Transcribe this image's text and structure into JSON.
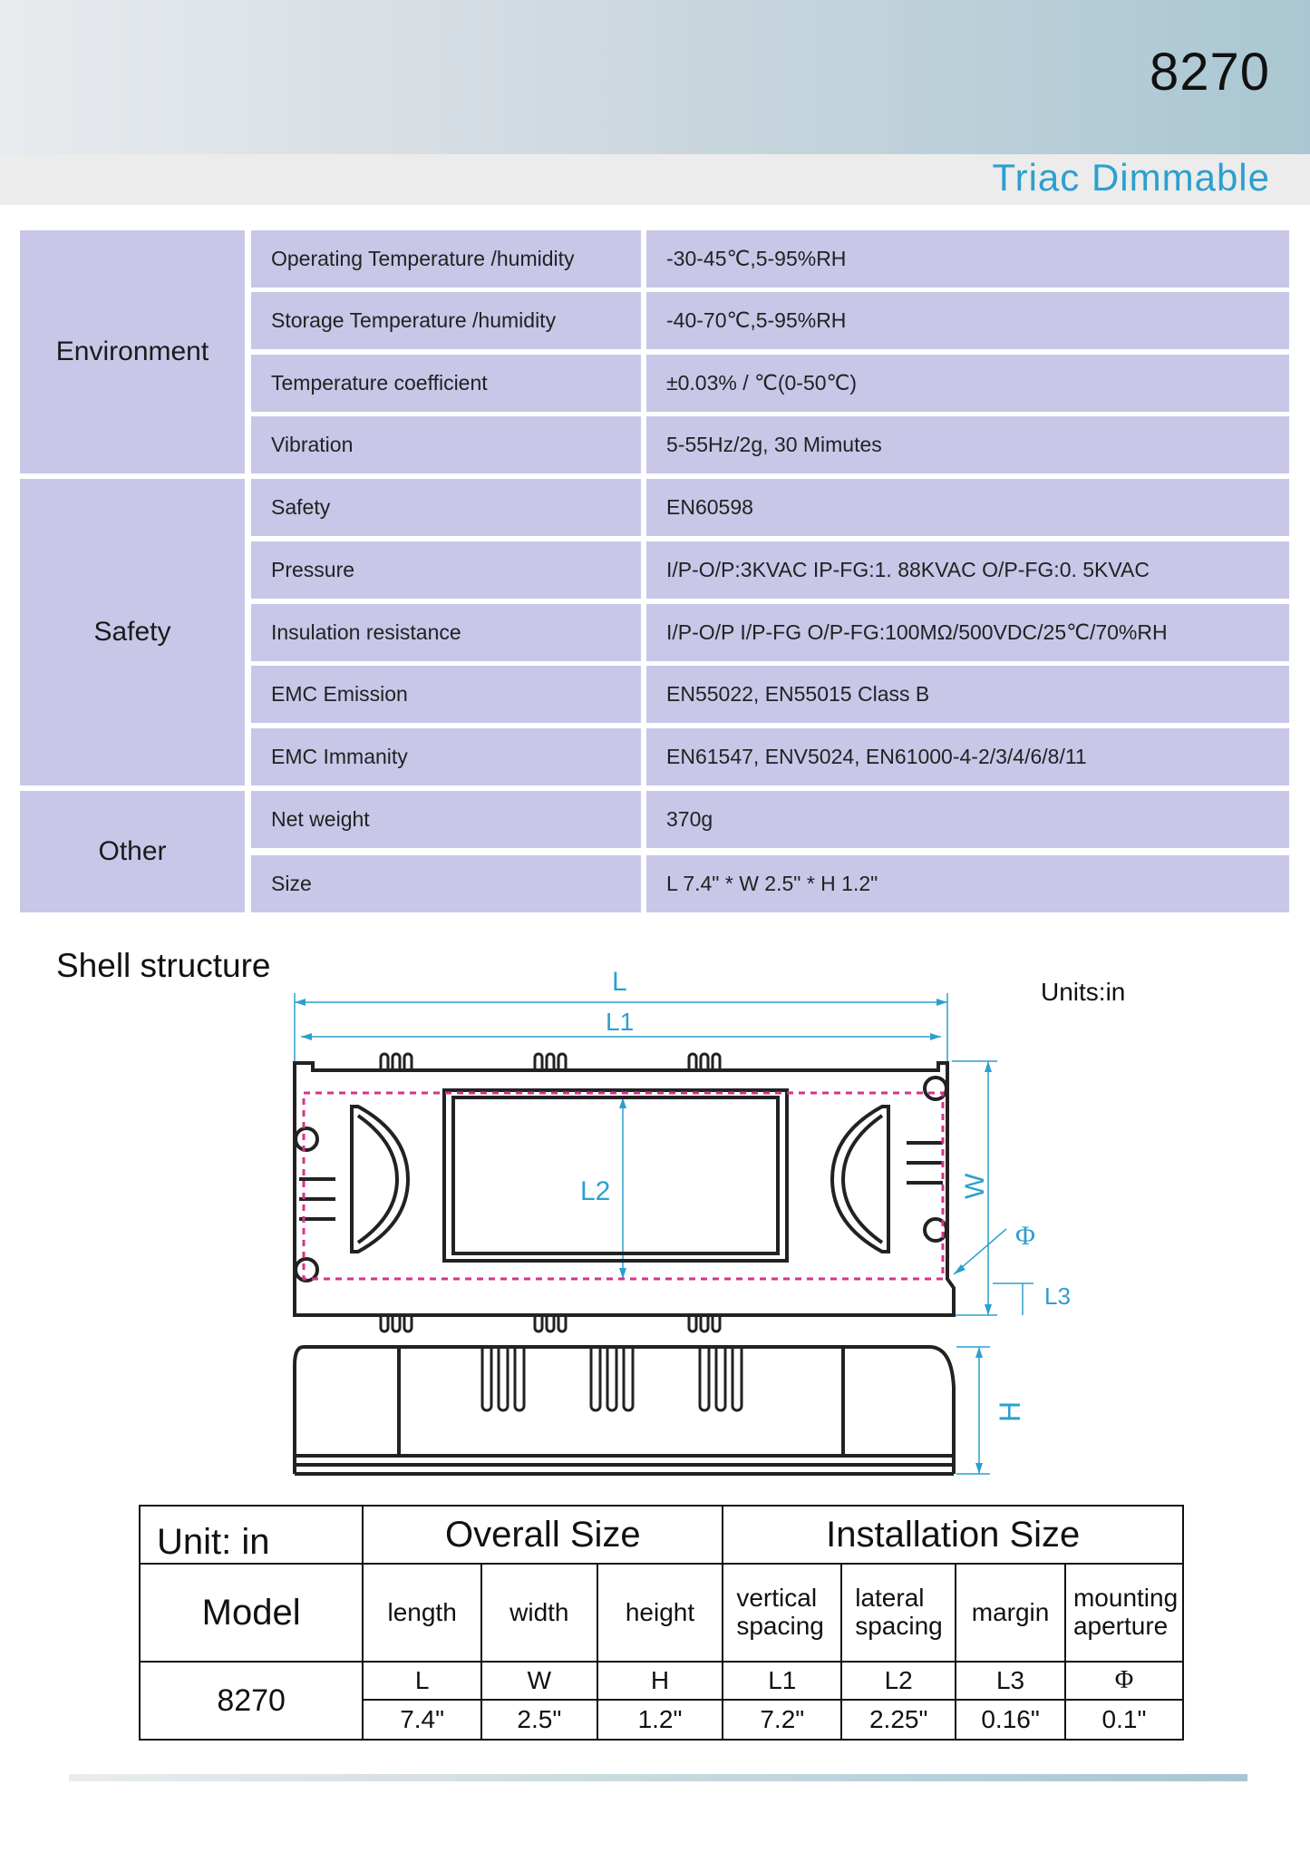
{
  "header": {
    "model": "8270",
    "subtitle": "Triac  Dimmable"
  },
  "specs": {
    "groups": [
      {
        "category": "Environment",
        "rows": [
          {
            "param": "Operating  Temperature  /humidity",
            "value": "-30-45℃,5-95%RH"
          },
          {
            "param": "Storage Temperature  /humidity",
            "value": "-40-70℃,5-95%RH"
          },
          {
            "param": "Temperature   coefficient",
            "value": "±0.03% / ℃(0-50℃)"
          },
          {
            "param": "Vibration",
            "value": "5-55Hz/2g, 30  Mimutes"
          }
        ]
      },
      {
        "category": "Safety",
        "rows": [
          {
            "param": "Safety",
            "value": "EN60598"
          },
          {
            "param": "Pressure",
            "value": "I/P-O/P:3KVAC   IP-FG:1. 88KVAC   O/P-FG:0. 5KVAC"
          },
          {
            "param": "Insulation   resistance",
            "value": "I/P-O/P   I/P-FG   O/P-FG:100MΩ/500VDC/25℃/70%RH"
          },
          {
            "param": "EMC  Emission",
            "value": "EN55022, EN55015  Class  B"
          },
          {
            "param": "EMC  Immanity",
            "value": "EN61547, ENV5024, EN61000-4-2/3/4/6/8/11"
          }
        ]
      },
      {
        "category": "Other",
        "rows": [
          {
            "param": "Net  weight",
            "value": "370g"
          },
          {
            "param": "Size",
            "value": "L 7.4\" * W 2.5\" * H 1.2\""
          }
        ]
      }
    ]
  },
  "shell": {
    "title": "Shell  structure",
    "units": "Units:in",
    "labels": {
      "L": "L",
      "L1": "L1",
      "L2": "L2",
      "W": "W",
      "phi": "Φ",
      "L3": "L3",
      "H": "H"
    }
  },
  "dimensions": {
    "unit_label": "Unit:  in",
    "overall_header": "Overall Size",
    "install_header": "Installation Size",
    "model_label": "Model",
    "col_names": [
      "length",
      "width",
      "height",
      "vertical spacing",
      "lateral spacing",
      "margin",
      "mounting aperture"
    ],
    "symbols": [
      "L",
      "W",
      "H",
      "L1",
      "L2",
      "L3",
      "Φ"
    ],
    "model": "8270",
    "values": [
      "7.4\"",
      "2.5\"",
      "1.2\"",
      "7.2\"",
      "2.25\"",
      "0.16\"",
      "0.1\""
    ]
  },
  "colors": {
    "cell_bg": "#c8c7e8",
    "accent": "#2ba0cf",
    "dashed": "#d6338a"
  }
}
